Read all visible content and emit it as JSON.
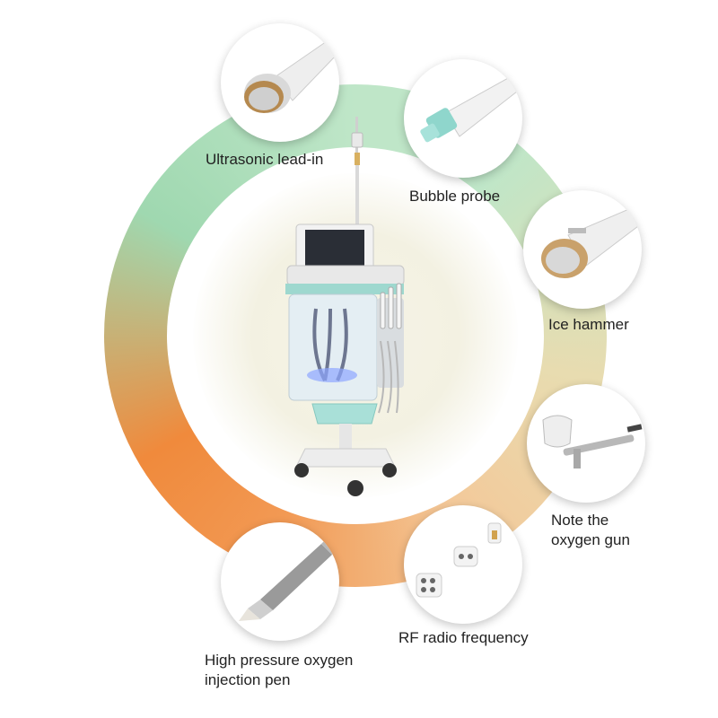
{
  "labels": {
    "ultrasonic": "Ultrasonic lead-in",
    "bubble_probe": "Bubble probe",
    "ice_hammer": "Ice hammer",
    "oxygen_gun_line1": "Note the",
    "oxygen_gun_line2": "oxygen gun",
    "rf": "RF radio frequency",
    "pen_line1": "High pressure oxygen",
    "pen_line2": "injection pen"
  },
  "icons": [
    "ultrasonic-probe-icon",
    "bubble-probe-icon",
    "ice-hammer-icon",
    "oxygen-gun-icon",
    "rf-heads-icon",
    "oxygen-pen-icon"
  ],
  "colors": {
    "ring_green": "#bfe6c8",
    "ring_orange": "#f08a3c",
    "accent_teal": "#8fd6cc"
  }
}
